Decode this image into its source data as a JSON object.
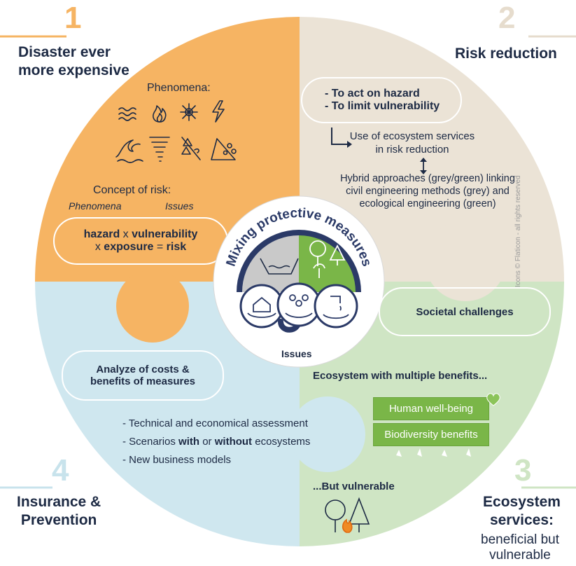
{
  "quadrants": {
    "q1": {
      "number": "1",
      "title": "Disaster ever\nmore expensive",
      "color": "#f6b463",
      "number_color": "#f6b463"
    },
    "q2": {
      "number": "2",
      "title": "Risk reduction",
      "color": "#ebe3d6",
      "number_color": "#e6dccd"
    },
    "q3": {
      "number": "3",
      "title": "Ecosystem\nservices:",
      "subtitle": "beneficial but\nvulnerable",
      "color": "#cfe5c4",
      "number_color": "#cfe5c4"
    },
    "q4": {
      "number": "4",
      "title": "Insurance &\nPrevention",
      "color": "#cfe7ef",
      "number_color": "#c8e3ec"
    }
  },
  "phenomena": {
    "label": "Phenomena:",
    "icons": [
      "waves-icon",
      "fire-icon",
      "storm-icon",
      "lightning-icon",
      "tsunami-icon",
      "tornado-icon",
      "wind-tree-icon",
      "landslide-icon"
    ]
  },
  "risk_concept": {
    "label": "Concept of risk:",
    "left_caption": "Phenomena",
    "right_caption": "Issues",
    "hazard": "hazard",
    "x1": " x ",
    "vulnerability": "vulnerability",
    "x2": "x ",
    "exposure": "exposure",
    "eq": " = ",
    "risk": "risk"
  },
  "risk_reduction": {
    "line1": "- To act on hazard",
    "line2": "- To limit vulnerability",
    "ecosystem_use": "Use of ecosystem services\nin risk reduction",
    "hybrid": "Hybrid approaches (grey/green) linking\ncivil engineering methods (grey) and\necological engineering (green)"
  },
  "center": {
    "arc_title": "Mixing protective measures",
    "issues_label": "Issues",
    "grey_color": "#c9c9c9",
    "green_color": "#7ab648",
    "navy_color": "#2b3a67"
  },
  "ecosystem": {
    "societal": "Societal challenges",
    "multiple": "Ecosystem with multiple benefits...",
    "box1": "Human well-being",
    "box2": "Biodiversity benefits",
    "vulnerable": "...But vulnerable"
  },
  "insurance": {
    "analyze": "Analyze of costs &\nbenefits of measures",
    "bullet1": "- Technical and economical assessment",
    "bullet2_a": "- Scenarios ",
    "bullet2_b": "with",
    "bullet2_c": " or ",
    "bullet2_d": "without",
    "bullet2_e": " ecosystems",
    "bullet3": "- New business models"
  },
  "credit": "Icons © Flaticon - all rights reserved"
}
